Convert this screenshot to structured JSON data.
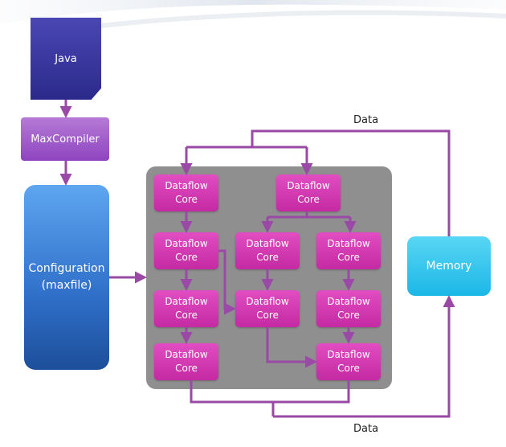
{
  "colors": {
    "wire": "#9a4aa6",
    "panel": "#8f8f8f",
    "core": "#d63ab4",
    "java": "#38369e",
    "maxcompiler": "#a05ccc",
    "configuration": "#3b7fd6",
    "memory": "#27c3ee"
  },
  "nodes": {
    "java": "Java",
    "maxcompiler": "MaxCompiler",
    "configuration": "Configuration\n(maxfile)",
    "memory": "Memory"
  },
  "core_label": "Dataflow\nCore",
  "labels": {
    "data_top": "Data",
    "data_bottom": "Data",
    "panel_mark": "."
  }
}
